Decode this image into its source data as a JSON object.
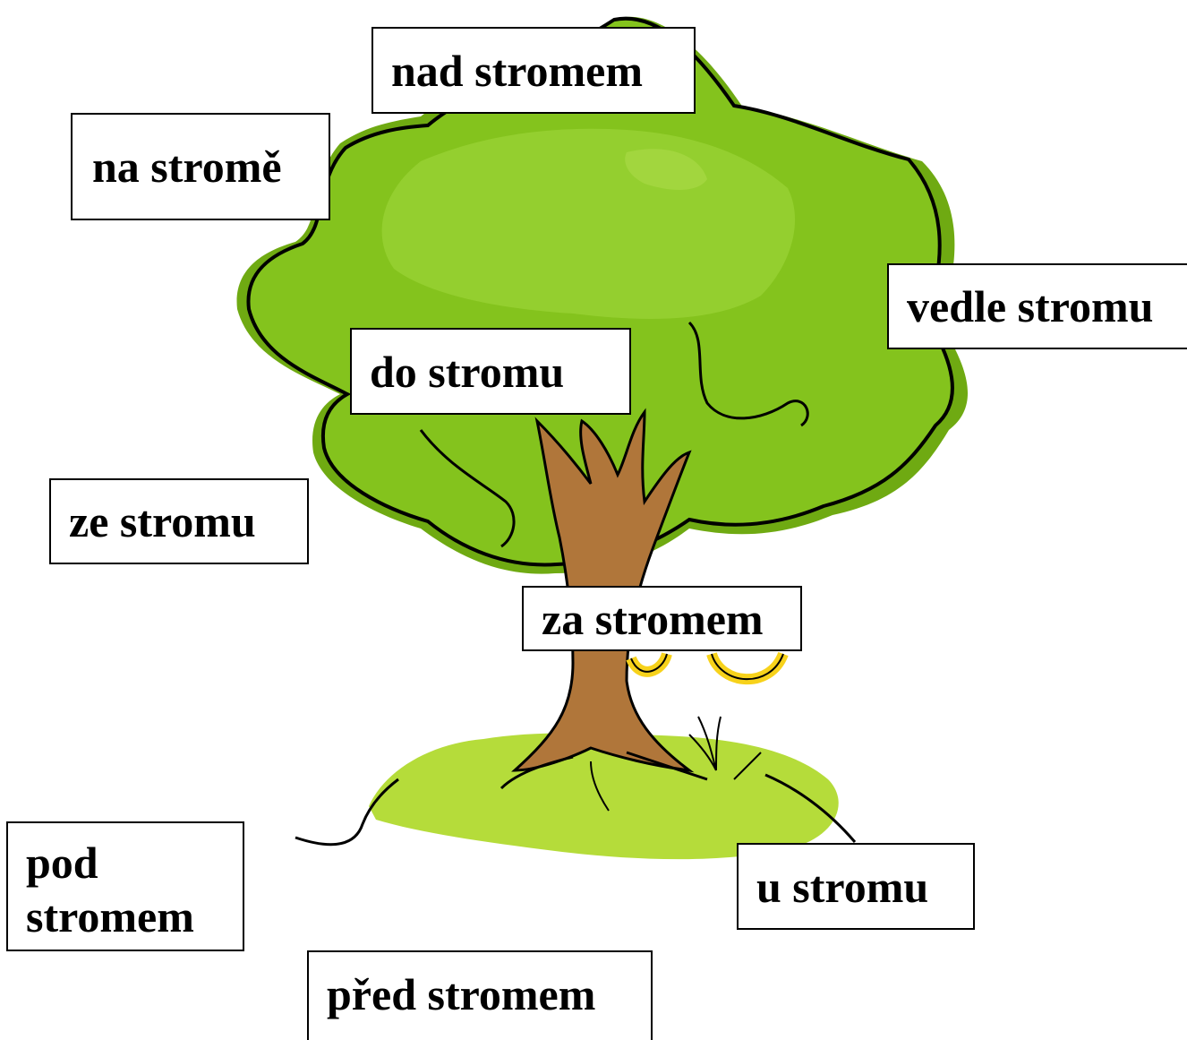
{
  "labels": {
    "nad": "nad stromem",
    "na": "na stromě",
    "vedle": "vedle stromu",
    "do": "do stromu",
    "ze": "ze stromu",
    "za": "za stromem",
    "pod": "pod stromem",
    "u": "u stromu",
    "pred": "před stromem"
  },
  "colors": {
    "foliage": "#84c31d",
    "foliage_highlight": "#94cf2f",
    "foliage_shadow": "#6faa12",
    "trunk": "#b0763a",
    "ground": "#b5dc3a",
    "swing": "#f7d21b",
    "outline": "#000000"
  }
}
